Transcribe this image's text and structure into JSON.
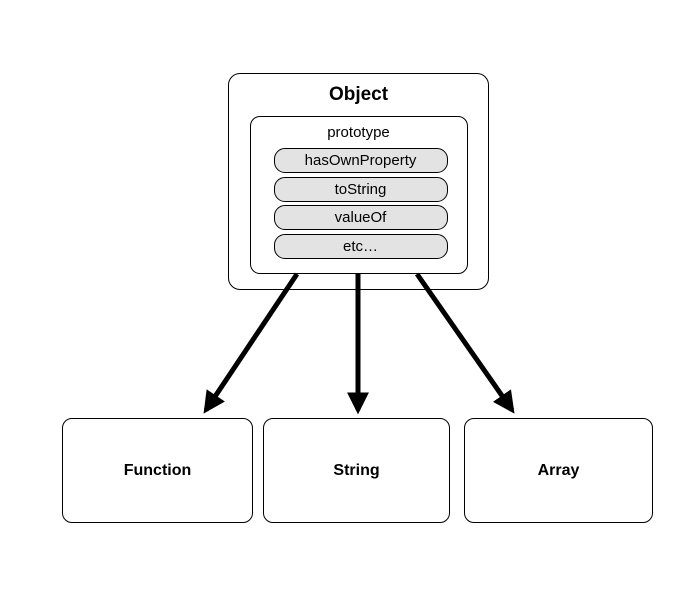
{
  "colors": {
    "background": "#ffffff",
    "box_fill": "#ffffff",
    "box_border": "#000000",
    "method_fill": "#e3e3e3",
    "arrow": "#000000"
  },
  "object_box": {
    "title": "Object",
    "prototype_box": {
      "label": "prototype",
      "methods": [
        "hasOwnProperty",
        "toString",
        "valueOf",
        "etc…"
      ]
    }
  },
  "children": [
    {
      "label": "Function"
    },
    {
      "label": "String"
    },
    {
      "label": "Array"
    }
  ]
}
